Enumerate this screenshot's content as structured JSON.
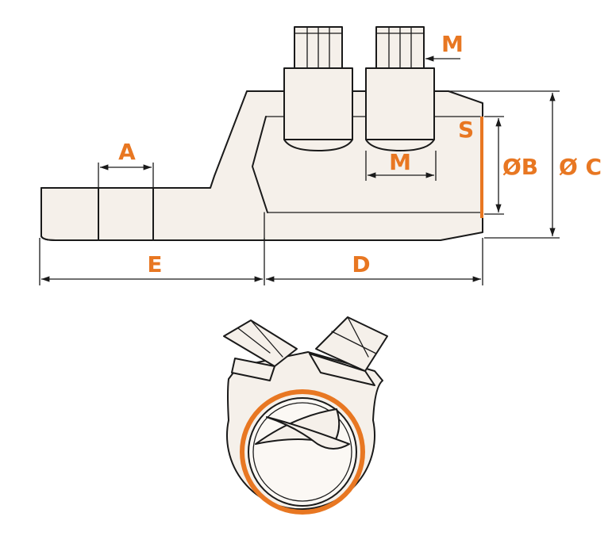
{
  "labels": {
    "A": "A",
    "E": "E",
    "D": "D",
    "M_bolt": "M",
    "M_spacing": "M",
    "S": "S",
    "B": "ØB",
    "C": "Ø C"
  },
  "colors": {
    "accent": "#e87722",
    "line": "#1a1a1a",
    "fill": "#f5f0ea"
  }
}
